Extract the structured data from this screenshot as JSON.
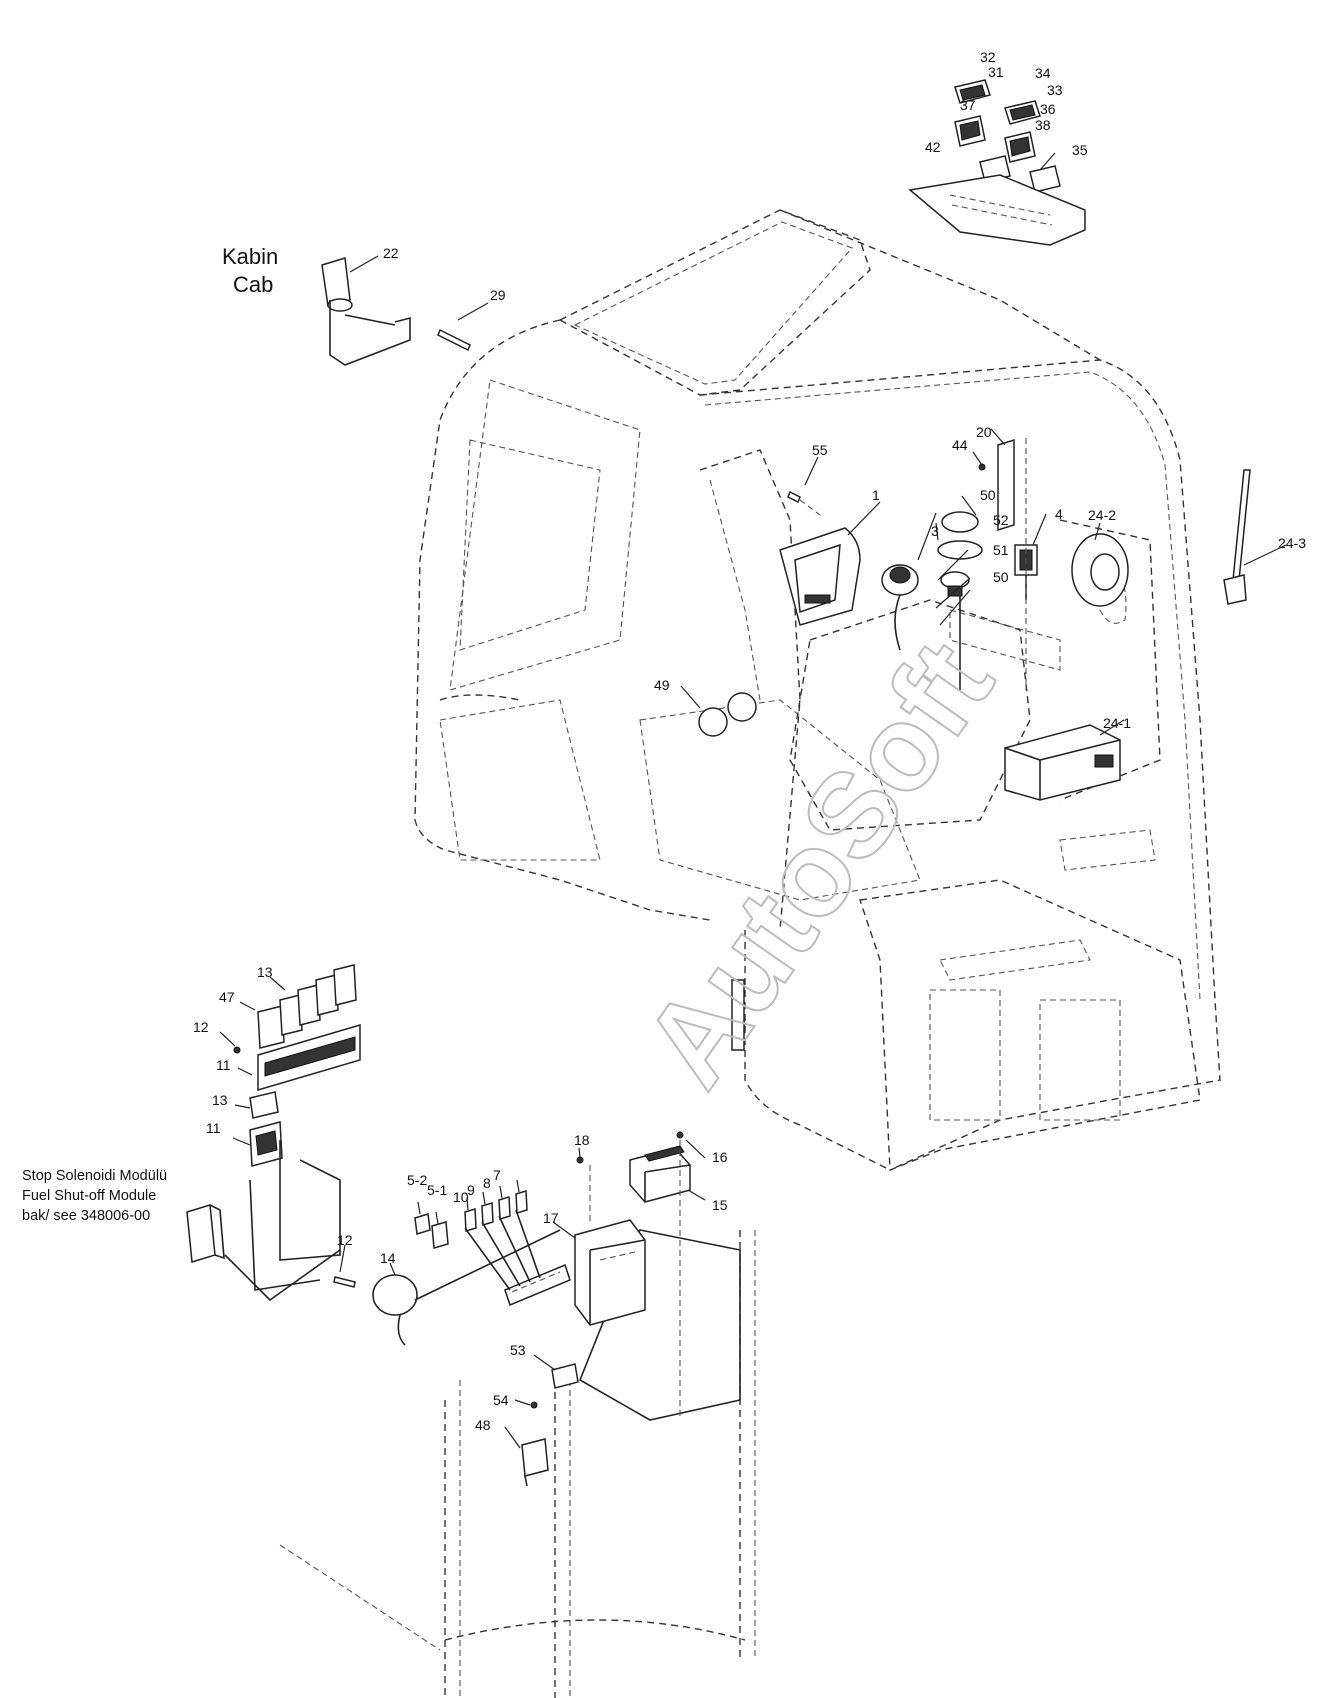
{
  "cab_label": {
    "line1": "Kabin",
    "line2": "Cab"
  },
  "module_note": {
    "line1": "Stop Solenoidi Modülü",
    "line2": "Fuel Shut-off Module",
    "line3": "bak/ see 348006-00"
  },
  "watermark": "AutoSoft",
  "callouts": {
    "c1": "1",
    "c3": "3",
    "c4": "4",
    "c5_1": "5-1",
    "c5_2": "5-2",
    "c7": "7",
    "c8": "8",
    "c9": "9",
    "c10": "10",
    "c11a": "11",
    "c11b": "11",
    "c12a": "12",
    "c12b": "12",
    "c13a": "13",
    "c13b": "13",
    "c14": "14",
    "c15": "15",
    "c16": "16",
    "c17": "17",
    "c18": "18",
    "c20": "20",
    "c22": "22",
    "c24_1": "24-1",
    "c24_2": "24-2",
    "c24_3": "24-3",
    "c29": "29",
    "c31": "31",
    "c32": "32",
    "c33": "33",
    "c34": "34",
    "c35": "35",
    "c36": "36",
    "c37": "37",
    "c38": "38",
    "c42": "42",
    "c44": "44",
    "c47": "47",
    "c48": "48",
    "c49": "49",
    "c50a": "50",
    "c50b": "50",
    "c51": "51",
    "c52": "52",
    "c53": "53",
    "c54": "54",
    "c55": "55"
  },
  "colors": {
    "line": "#222222",
    "watermark": "#bcbcbc",
    "background": "#ffffff"
  }
}
